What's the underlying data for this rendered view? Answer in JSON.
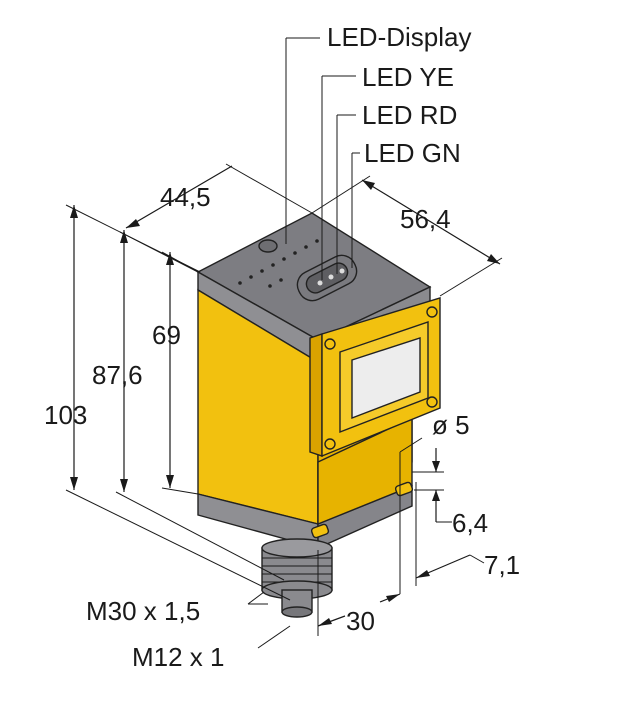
{
  "leds": {
    "display": "LED-Display",
    "ye": "LED YE",
    "rd": "LED RD",
    "gn": "LED GN"
  },
  "dimensions": {
    "width": "44,5",
    "depth": "56,4",
    "h_body": "69",
    "h_mid": "87,6",
    "h_total": "103",
    "hole": "ø 5",
    "hole_off": "6,4",
    "hole_edge": "7,1",
    "conn_off": "30"
  },
  "threads": {
    "m30": "M30 x 1,5",
    "m12": "M12 x 1"
  },
  "colors": {
    "housing": "#f2c10f",
    "housing_side": "#e0a900",
    "cap": "#8a8a8e",
    "cap_top": "#7d7d82",
    "lens": "#ededed"
  }
}
